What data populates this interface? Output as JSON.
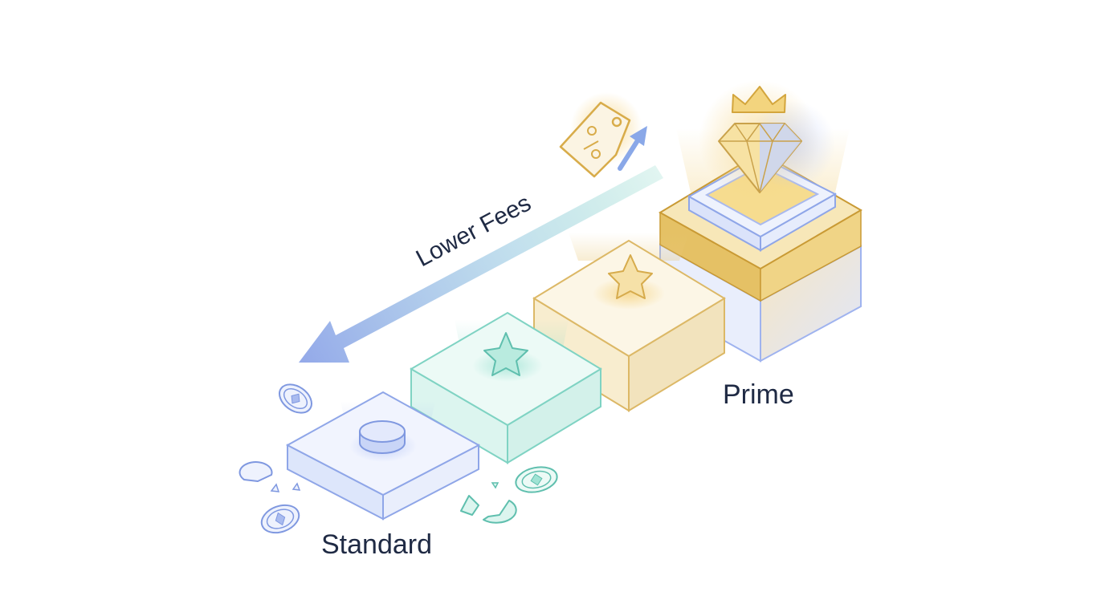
{
  "labels": {
    "arrow": "Lower Fees",
    "tier_low": "Standard",
    "tier_high": "Prime"
  },
  "icons": [
    "price-tag-icon",
    "up-arrow-icon",
    "coin-icon",
    "star-icon",
    "diamond-icon",
    "crown-icon",
    "broken-coin-icon"
  ],
  "colors": {
    "text": "#1f2a44",
    "standard": "#8fa6e8",
    "teal": "#7fd3c3",
    "gold": "#dcb866",
    "prime_gold": "#d9ae45",
    "arrow_start": "#8fa6e8",
    "arrow_end": "#8ad8c8"
  }
}
